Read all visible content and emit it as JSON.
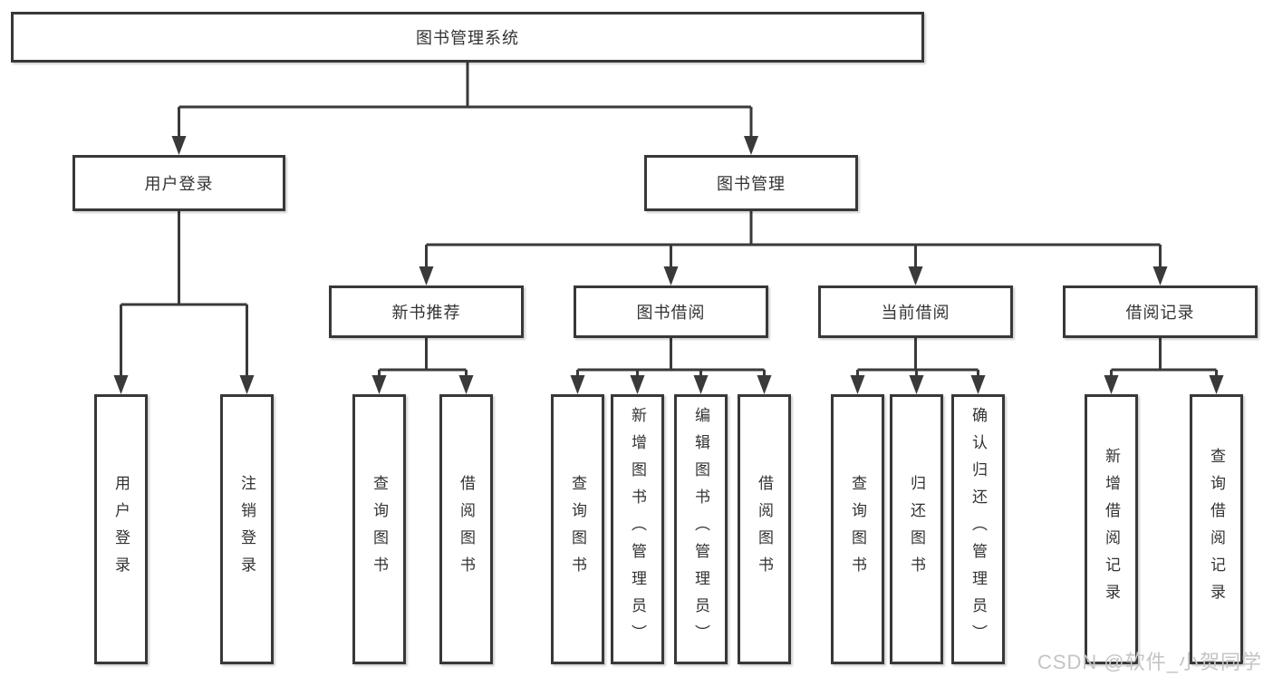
{
  "page": {
    "background": "#ffffff",
    "colors": {
      "line": "#3a3a3a",
      "box_border": "#383838",
      "box_fill": "#ffffff",
      "text": "#333333",
      "watermark": "#c4c4c4"
    }
  },
  "tree": {
    "root": {
      "label": "图书管理系统"
    },
    "branches": [
      {
        "label": "用户登录",
        "leaves": [
          {
            "label": "用户登录"
          },
          {
            "label": "注销登录"
          }
        ]
      },
      {
        "label": "图书管理",
        "groups": [
          {
            "label": "新书推荐",
            "leaves": [
              {
                "label": "查询图书"
              },
              {
                "label": "借阅图书"
              }
            ]
          },
          {
            "label": "图书借阅",
            "leaves": [
              {
                "label": "查询图书"
              },
              {
                "label": "新增图书（管理员）"
              },
              {
                "label": "编辑图书（管理员）"
              },
              {
                "label": "借阅图书"
              }
            ]
          },
          {
            "label": "当前借阅",
            "leaves": [
              {
                "label": "查询图书"
              },
              {
                "label": "归还图书"
              },
              {
                "label": "确认归还（管理员）"
              }
            ]
          },
          {
            "label": "借阅记录",
            "leaves": [
              {
                "label": "新增借阅记录"
              },
              {
                "label": "查询借阅记录"
              }
            ]
          }
        ]
      }
    ]
  },
  "watermark": {
    "text": "CSDN @软件_小贺同学"
  }
}
